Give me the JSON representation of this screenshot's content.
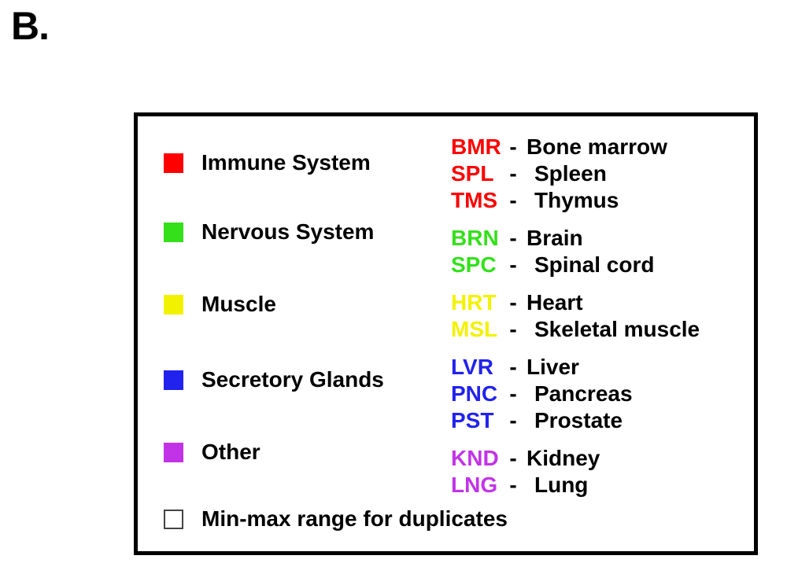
{
  "panel": {
    "letter": "B."
  },
  "colors": {
    "immune": "#FF0000",
    "nervous": "#33E01A",
    "muscle": "#F2F200",
    "secretory": "#2222EE",
    "other": "#C233E8",
    "hollow_border": "#444444",
    "box_border": "#000000",
    "text": "#000000",
    "background": "#FFFFFF"
  },
  "legend": {
    "categories": [
      {
        "label": "Immune System",
        "swatch": "immune",
        "swatch_name": "swatch-red"
      },
      {
        "label": "Nervous System",
        "swatch": "nervous",
        "swatch_name": "swatch-green"
      },
      {
        "label": "Muscle",
        "swatch": "muscle",
        "swatch_name": "swatch-yellow"
      },
      {
        "label": "Secretory Glands",
        "swatch": "secretory",
        "swatch_name": "swatch-blue"
      },
      {
        "label": "Other",
        "swatch": "other",
        "swatch_name": "swatch-magenta"
      }
    ],
    "note": {
      "label": "Min-max range for duplicates",
      "swatch": "hollow",
      "swatch_name": "swatch-hollow"
    },
    "abbreviations": [
      {
        "code": "BMR",
        "dash": "-",
        "name": "Bone marrow",
        "group": "immune"
      },
      {
        "code": "SPL",
        "dash": "-",
        "name": "Spleen",
        "group": "immune"
      },
      {
        "code": "TMS",
        "dash": "-",
        "name": "Thymus",
        "group": "immune"
      },
      {
        "code": "BRN",
        "dash": "-",
        "name": "Brain",
        "group": "nervous"
      },
      {
        "code": "SPC",
        "dash": "-",
        "name": "Spinal cord",
        "group": "nervous"
      },
      {
        "code": "HRT",
        "dash": "-",
        "name": "Heart",
        "group": "muscle"
      },
      {
        "code": "MSL",
        "dash": "-",
        "name": "Skeletal muscle",
        "group": "muscle"
      },
      {
        "code": "LVR",
        "dash": "-",
        "name": "Liver",
        "group": "secretory"
      },
      {
        "code": "PNC",
        "dash": "-",
        "name": "Pancreas",
        "group": "secretory"
      },
      {
        "code": "PST",
        "dash": "-",
        "name": "Prostate",
        "group": "secretory"
      },
      {
        "code": "KND",
        "dash": "-",
        "name": "Kidney",
        "group": "other"
      },
      {
        "code": "LNG",
        "dash": "-",
        "name": "Lung",
        "group": "other"
      }
    ]
  }
}
